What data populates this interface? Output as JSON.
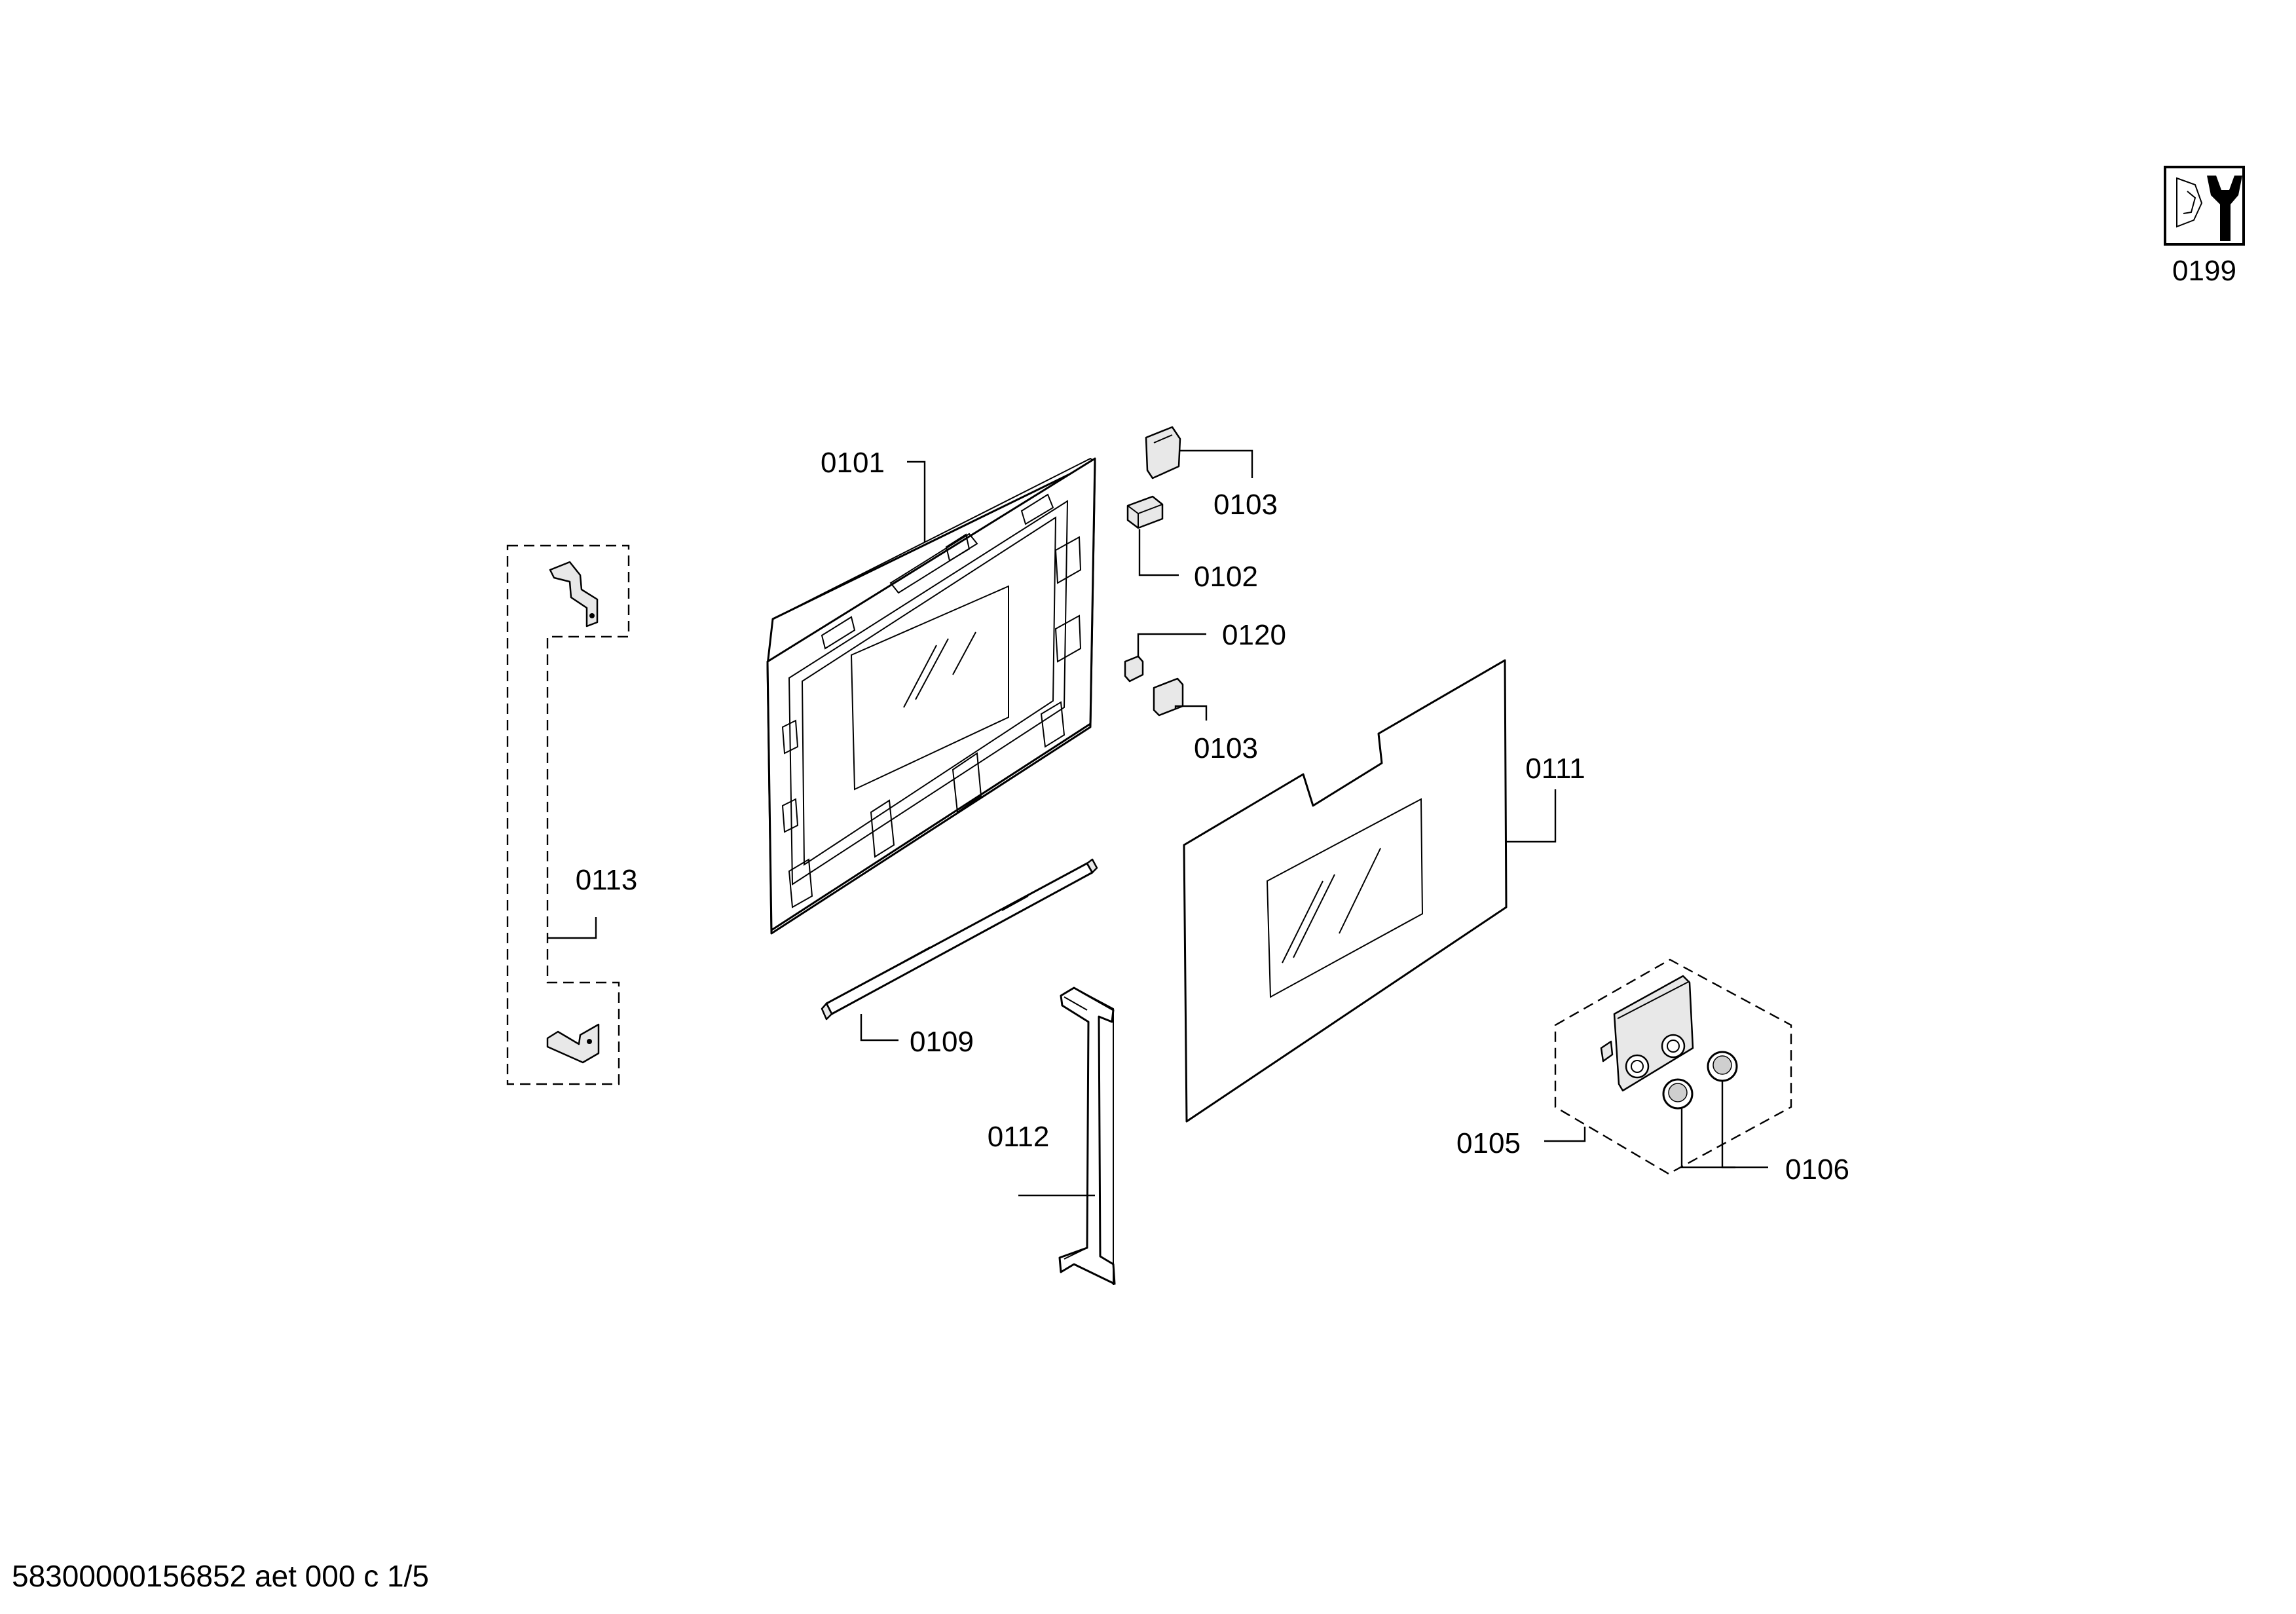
{
  "labels": {
    "p0101": "0101",
    "p0102": "0102",
    "p0103a": "0103",
    "p0103b": "0103",
    "p0105": "0105",
    "p0106": "0106",
    "p0109": "0109",
    "p0111": "0111",
    "p0112": "0112",
    "p0113": "0113",
    "p0120": "0120",
    "p0199": "0199"
  },
  "footer": {
    "doc_code": "58300000156852 aet 000 c 1/5"
  },
  "icons": {
    "service": "wrench-nut-service-icon"
  }
}
